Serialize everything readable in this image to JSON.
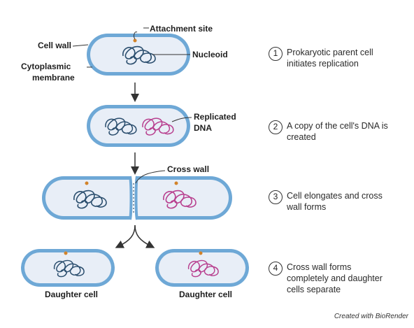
{
  "labels": {
    "cell_wall": "Cell wall",
    "cytoplasmic": "Cytoplasmic",
    "membrane": "membrane",
    "attachment_site": "Attachment site",
    "nucleoid": "Nucleoid",
    "replicated": "Replicated",
    "dna": "DNA",
    "cross_wall": "Cross wall",
    "daughter_cell_left": "Daughter cell",
    "daughter_cell_right": "Daughter cell"
  },
  "steps": [
    {
      "num": "1",
      "line1": "Prokaryotic parent cell",
      "line2": "initiates replication",
      "line3": ""
    },
    {
      "num": "2",
      "line1": "A copy of the cell's DNA is",
      "line2": "created",
      "line3": ""
    },
    {
      "num": "3",
      "line1": "Cell elongates and cross",
      "line2": "wall forms",
      "line3": ""
    },
    {
      "num": "4",
      "line1": "Cross wall forms",
      "line2": "completely and daughter",
      "line3": "cells separate"
    }
  ],
  "credit": "Created with BioRender",
  "colors": {
    "cell_outer": "#6ea8d6",
    "cell_fill": "#e8eef7",
    "dna_blue": "#2b4e6e",
    "dna_magenta": "#b8408f",
    "attachment": "#d2832a",
    "arrow": "#333333"
  }
}
